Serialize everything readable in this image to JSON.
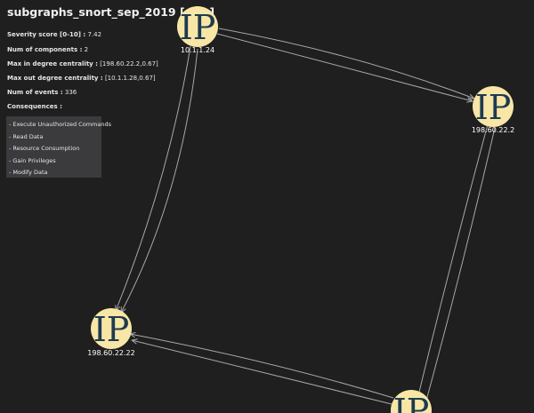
{
  "title": "subgraphs_snort_sep_2019 [ G5 ]",
  "info": [
    {
      "key": "Severity score [0-10] :",
      "value": "7.42"
    },
    {
      "key": "Num of components :",
      "value": "2"
    },
    {
      "key": "Max in degree centrality :",
      "value": "[198.60.22.2,0.67]"
    },
    {
      "key": "Max out degree centrality :",
      "value": "[10.1.1.28,0.67]"
    },
    {
      "key": "Num of events :",
      "value": "336"
    },
    {
      "key": "Consequences :",
      "value": ""
    }
  ],
  "consequences": [
    "- Execute Unauthorized Commands",
    "- Read Data",
    "- Resource Consumption",
    "- Gain Privileges",
    "- Modify Data"
  ],
  "nodes": [
    {
      "id": "n1",
      "label": "10.1.1.24",
      "icon": "ip-node-icon",
      "glyph": "IP"
    },
    {
      "id": "n2",
      "label": "198.60.22.2",
      "icon": "ip-node-icon",
      "glyph": "IP"
    },
    {
      "id": "n3",
      "label": "198.60.22.22",
      "icon": "ip-node-icon",
      "glyph": "IP"
    },
    {
      "id": "n4",
      "label": "",
      "icon": "ip-node-icon",
      "glyph": "IP"
    }
  ],
  "colors": {
    "background": "#1f1f1f",
    "node_fill": "#f7e6a6",
    "node_glyph": "#1e3a4f",
    "edge": "#a8a8a8",
    "panel": "#3b3b3e"
  }
}
